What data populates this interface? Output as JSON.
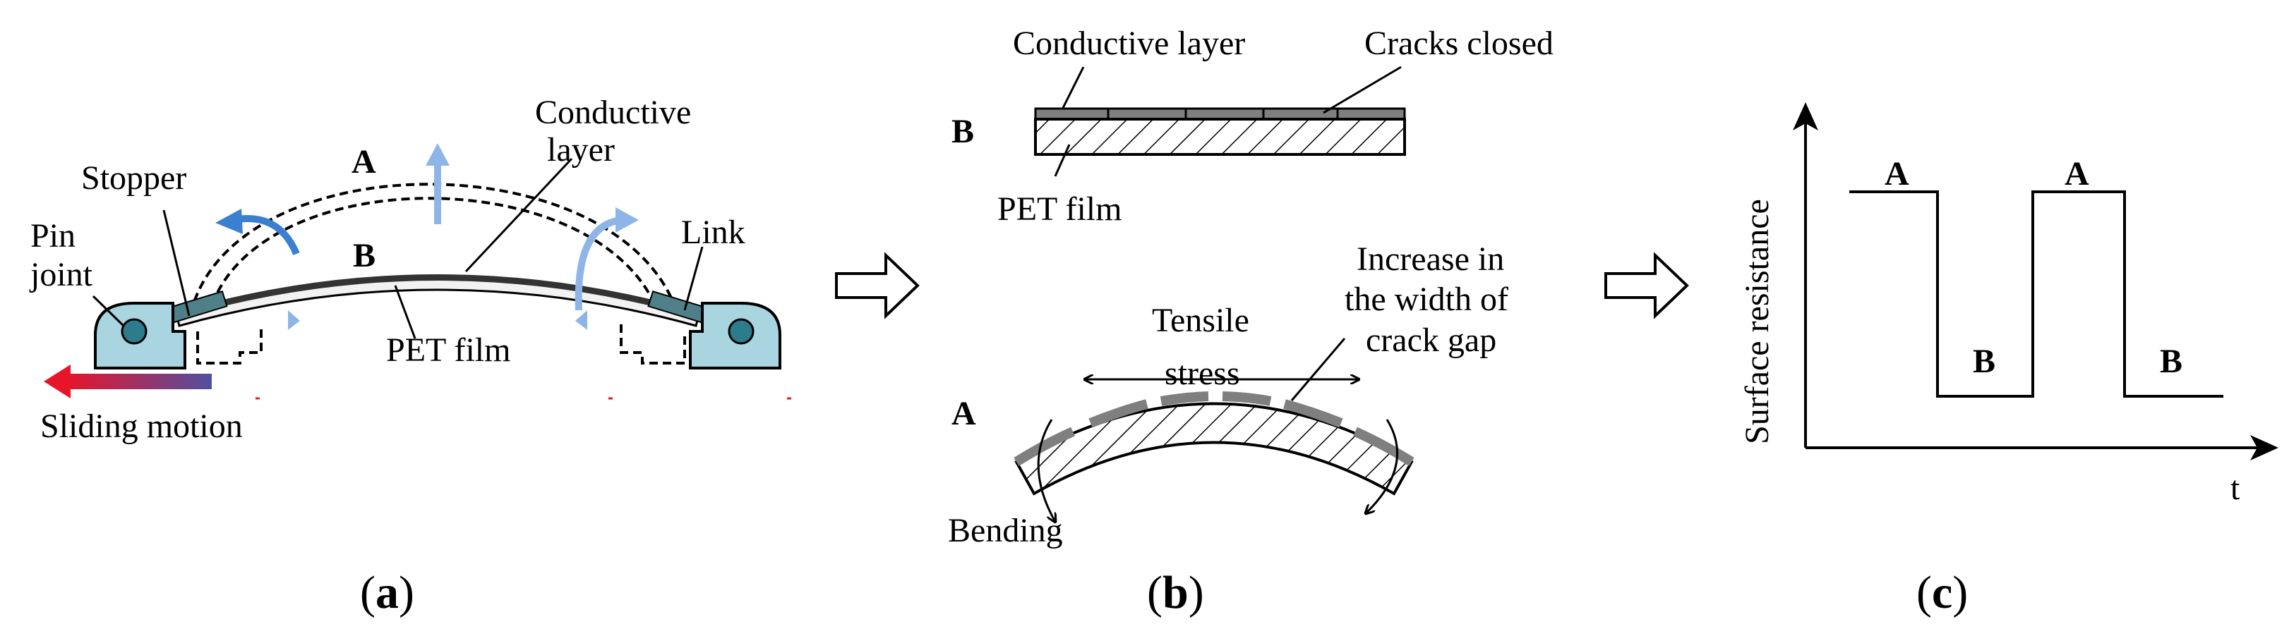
{
  "panel_a": {
    "caption_open": "(",
    "caption_letter": "a",
    "caption_close": ")",
    "labels": {
      "conductive_layer_1": "Conductive",
      "conductive_layer_2": "layer",
      "state_a": "A",
      "state_b": "B",
      "stopper": "Stopper",
      "pin_joint_1": "Pin",
      "pin_joint_2": "joint",
      "link": "Link",
      "pet_film": "PET film",
      "sliding_motion": "Sliding motion"
    },
    "colors": {
      "mount": "#a8d5e0",
      "pin": "#2c7c8c",
      "arrow_blue": "#3a7fd0",
      "arrow_blue_light": "#8fb5e8",
      "sliding_start": "#e8142a",
      "sliding_end": "#5050a0",
      "conductive": "#7f7f7f"
    }
  },
  "panel_b": {
    "caption_open": "(",
    "caption_letter": "b",
    "caption_close": ")",
    "labels": {
      "conductive_layer": "Conductive layer",
      "cracks_closed": "Cracks closed",
      "state_b": "B",
      "pet_film": "PET film",
      "tensile_1": "Tensile",
      "tensile_2": "stress",
      "increase_1": "Increase in",
      "increase_2": "the width of",
      "increase_3": "crack gap",
      "state_a": "A",
      "bending": "Bending"
    }
  },
  "panel_c": {
    "caption_open": "(",
    "caption_letter": "c",
    "caption_close": ")",
    "labels": {
      "ylabel": "Surface resistance",
      "xlabel": "t",
      "a1": "A",
      "b1": "B",
      "a2": "A",
      "b2": "B"
    }
  }
}
